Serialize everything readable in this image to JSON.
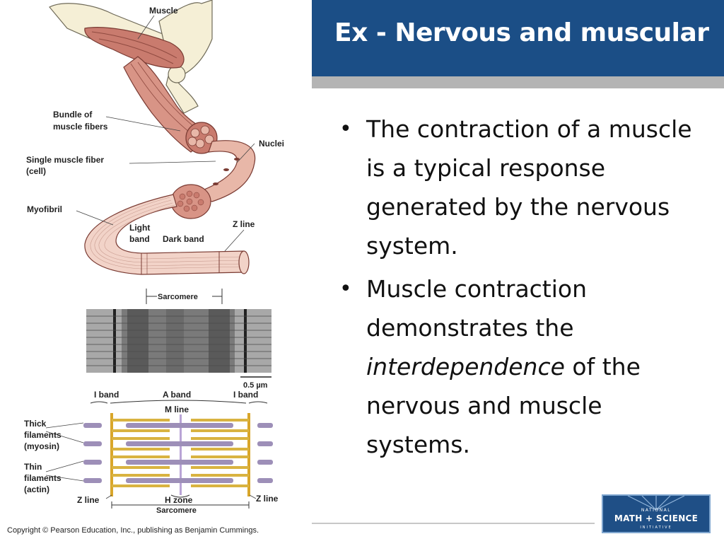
{
  "title": "Ex - Nervous and muscular",
  "bullets": [
    {
      "before": "The contraction of a muscle is a typical response generated by the nervous system.",
      "emph": "",
      "after": ""
    },
    {
      "before": "Muscle contraction demonstrates the ",
      "emph": "interdependence",
      "after": " of the nervous and muscle systems."
    }
  ],
  "figure": {
    "labels": {
      "muscle": "Muscle",
      "bundle1": "Bundle of",
      "bundle2": "muscle fibers",
      "single1": "Single muscle fiber",
      "single2": "(cell)",
      "nuclei": "Nuclei",
      "myofibril": "Myofibril",
      "light1": "Light",
      "light2": "band",
      "dark": "Dark band",
      "zline_top": "Z line",
      "sarcomere_top": "Sarcomere",
      "scale": "0.5 µm",
      "iband_left": "I band",
      "aband": "A band",
      "iband_right": "I band",
      "mline": "M line",
      "thick1": "Thick",
      "thick2": "filaments",
      "thick3": "(myosin)",
      "thin1": "Thin",
      "thin2": "filaments",
      "thin3": "(actin)",
      "zline_left": "Z line",
      "hzone": "H zone",
      "sarcomere_bottom": "Sarcomere",
      "zline_right": "Z line"
    },
    "copyright": "Copyright © Pearson Education, Inc., publishing as Benjamin Cummings."
  },
  "logo": {
    "line1": "NATIONAL",
    "line2": "MATH + SCIENCE",
    "line3": "INITIATIVE"
  },
  "colors": {
    "title_bar": "#1b4e86",
    "title_shadow": "#b4b4b4",
    "muscle": "#c97b6e",
    "fiber": "#e8b7a8",
    "bone": "#f5efd6",
    "thick_filament": "#9d8fb8",
    "thin_filament": "#d9b341"
  }
}
